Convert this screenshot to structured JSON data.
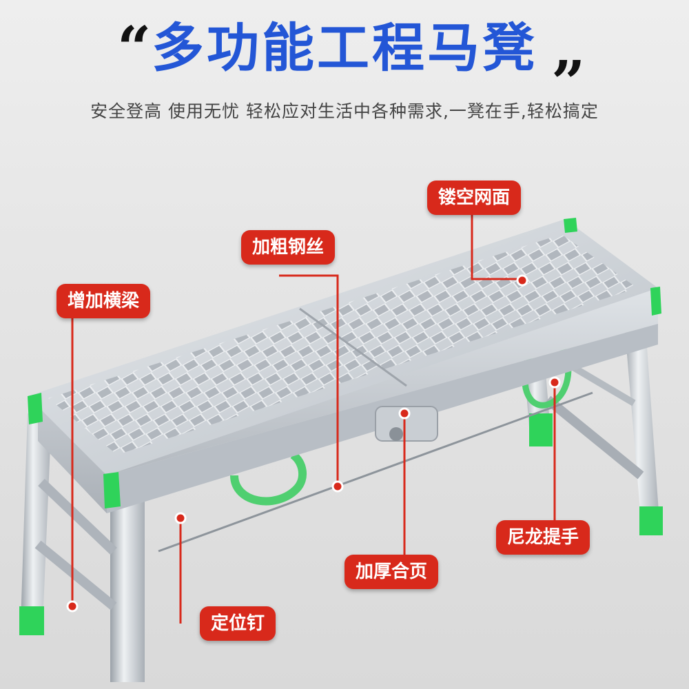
{
  "header": {
    "title": "多功能工程马凳",
    "open_quote": "“",
    "close_quote": "”",
    "subtitle": "安全登高 使用无忧  轻松应对生活中各种需求,一凳在手,轻松搞定"
  },
  "callouts": [
    {
      "id": "mesh",
      "label": "镂空网面"
    },
    {
      "id": "wire",
      "label": "加粗钢丝"
    },
    {
      "id": "beam",
      "label": "增加横梁"
    },
    {
      "id": "handle",
      "label": "尼龙提手"
    },
    {
      "id": "hinge",
      "label": "加厚合页"
    },
    {
      "id": "pin",
      "label": "定位钉"
    }
  ],
  "colors": {
    "title": "#2356d6",
    "callout_bg": "#d8291b",
    "leader": "#d8291b",
    "foot_cap": "#2fd35a",
    "strap": "#4fcf70",
    "metal": "#c7ccd2"
  }
}
